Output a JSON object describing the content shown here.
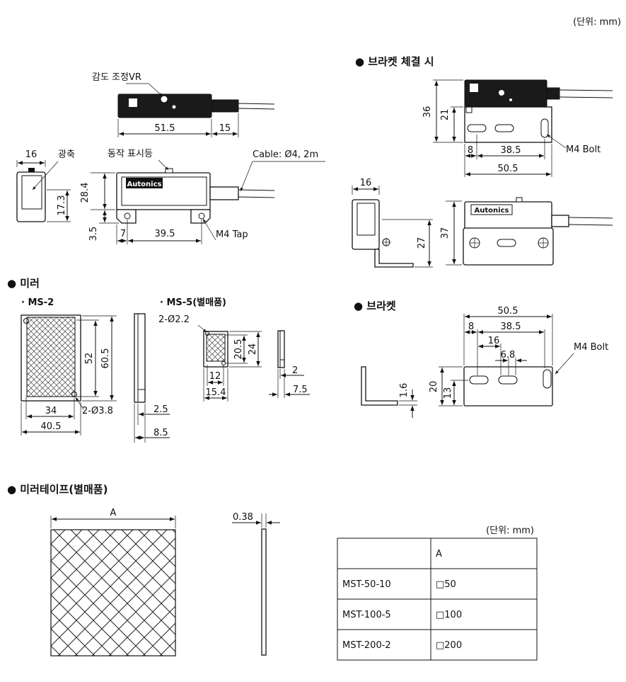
{
  "unit_note": "(단위: mm)",
  "sensor": {
    "sensitivity_vr": "감도 조정VR",
    "dim_length": "51.5",
    "dim_cable_len": "15",
    "dim_width": "16",
    "optical_axis": "광축",
    "indicator": "동작 표시등",
    "cable_spec": "Cable: Ø4, 2m",
    "dim_height": "28.4",
    "dim_axis_h": "17.3",
    "dim_base": "3.5",
    "dim_hole_offset": "7",
    "dim_hole_pitch": "39.5",
    "tap": "M4 Tap",
    "brand": "Autonics"
  },
  "bracket_mount": {
    "title": "● 브라켓 체결 시",
    "dim_total_h": "36",
    "dim_h21": "21",
    "dim_8": "8",
    "dim_385": "38.5",
    "dim_505": "50.5",
    "bolt": "M4 Bolt",
    "dim_16": "16",
    "dim_27": "27",
    "dim_37": "37",
    "brand": "Autonics"
  },
  "mirror": {
    "title": "● 미러",
    "ms2": "· MS-2",
    "ms5": "· MS-5(별매품)",
    "ms2_dims": {
      "h_inner": "52",
      "h_outer": "60.5",
      "w_inner": "34",
      "w_outer": "40.5",
      "holes": "2-Ø3.8",
      "thick1": "2.5",
      "thick2": "8.5"
    },
    "ms5_dims": {
      "holes": "2-Ø2.2",
      "h_inner": "20.5",
      "h_outer": "24",
      "w_inner": "12",
      "w_outer": "15.4",
      "thick1": "2",
      "thick2": "7.5"
    }
  },
  "bracket": {
    "title": "● 브라켓",
    "dim_505": "50.5",
    "dim_8": "8",
    "dim_385": "38.5",
    "dim_16": "16",
    "dim_68": "6.8",
    "bolt": "M4 Bolt",
    "dim_16t": "1.6",
    "dim_20": "20",
    "dim_13": "13"
  },
  "tape": {
    "title": "● 미러테이프(별매품)",
    "dim_a": "A",
    "thickness": "0.38",
    "unit_note": "(단위: mm)",
    "table": {
      "header": [
        "",
        "A"
      ],
      "rows": [
        [
          "MST-50-10",
          "□50"
        ],
        [
          "MST-100-5",
          "□100"
        ],
        [
          "MST-200-2",
          "□200"
        ]
      ]
    }
  }
}
